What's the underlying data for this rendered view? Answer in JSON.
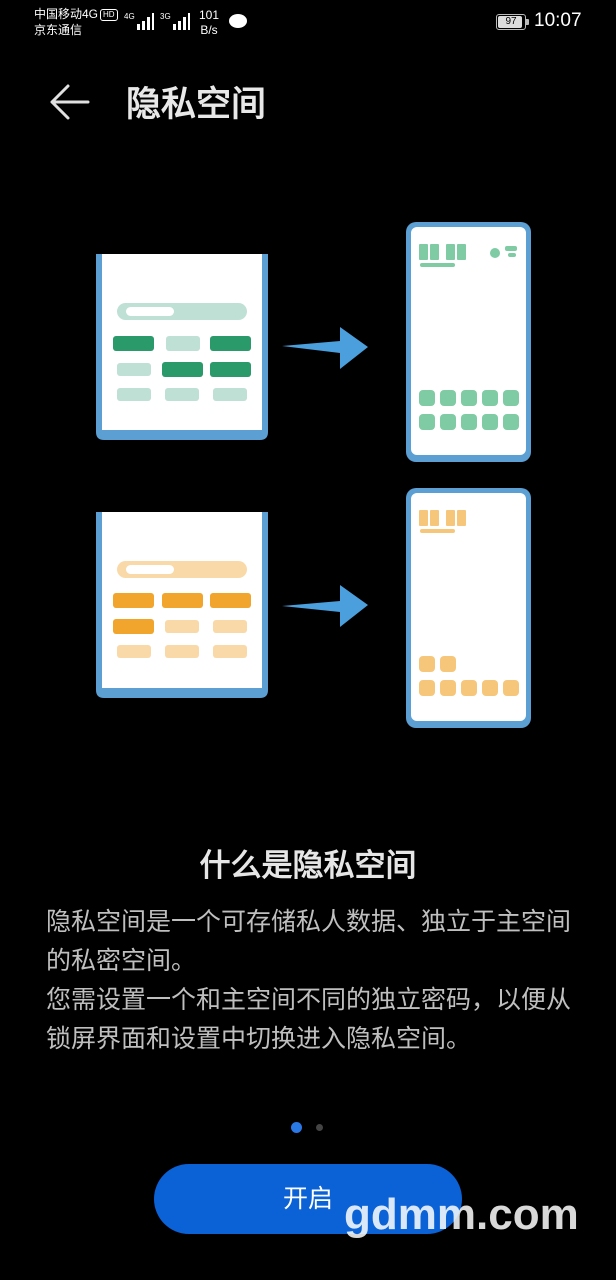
{
  "status_bar": {
    "carrier1": "中国移动4G",
    "hd_badge": "HD",
    "carrier2": "京东通信",
    "net_4g": "4G",
    "net_3g": "3G",
    "net_speed_value": "101",
    "net_speed_unit": "B/s",
    "battery": "97",
    "time": "10:07"
  },
  "header": {
    "title": "隐私空间"
  },
  "content": {
    "heading": "什么是隐私空间",
    "desc_line1": "隐私空间是一个可存储私人数据、独立于主空间的私密空间。",
    "desc_line2": "您需设置一个和主空间不同的独立密码，以便从锁屏界面和设置中切换进入隐私空间。"
  },
  "pager": {
    "current": 1,
    "total": 2
  },
  "button": {
    "enable_label": "开启"
  },
  "watermark": "gdmm.com",
  "colors": {
    "accent": "#0a62d6",
    "green_dark": "#2a9a6a",
    "green_light": "#bfe0d4",
    "orange_dark": "#f2a52c",
    "orange_light": "#fad9a8",
    "phone_frame": "#5b9fd3",
    "arrow": "#4a9fdc"
  }
}
